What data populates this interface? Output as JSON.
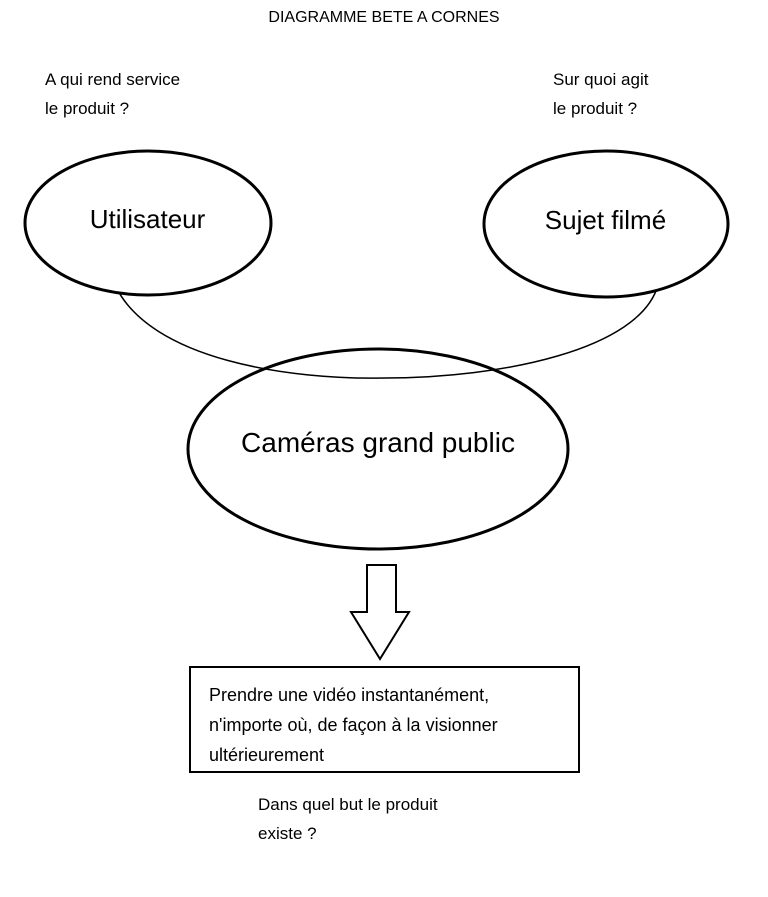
{
  "title": "DIAGRAMME BETE A CORNES",
  "questions": {
    "left": "A qui rend service\nle produit ?",
    "right": "Sur quoi agit\nle produit ?",
    "bottom": "Dans quel but le produit\nexiste ?"
  },
  "nodes": {
    "user": "Utilisateur",
    "subject": "Sujet filmé",
    "product": "Caméras grand public"
  },
  "function": "Prendre une vidéo instantanément,\nn'importe où, de façon à la visionner\nultérieurement",
  "arrow_icon": "down-arrow-outline"
}
